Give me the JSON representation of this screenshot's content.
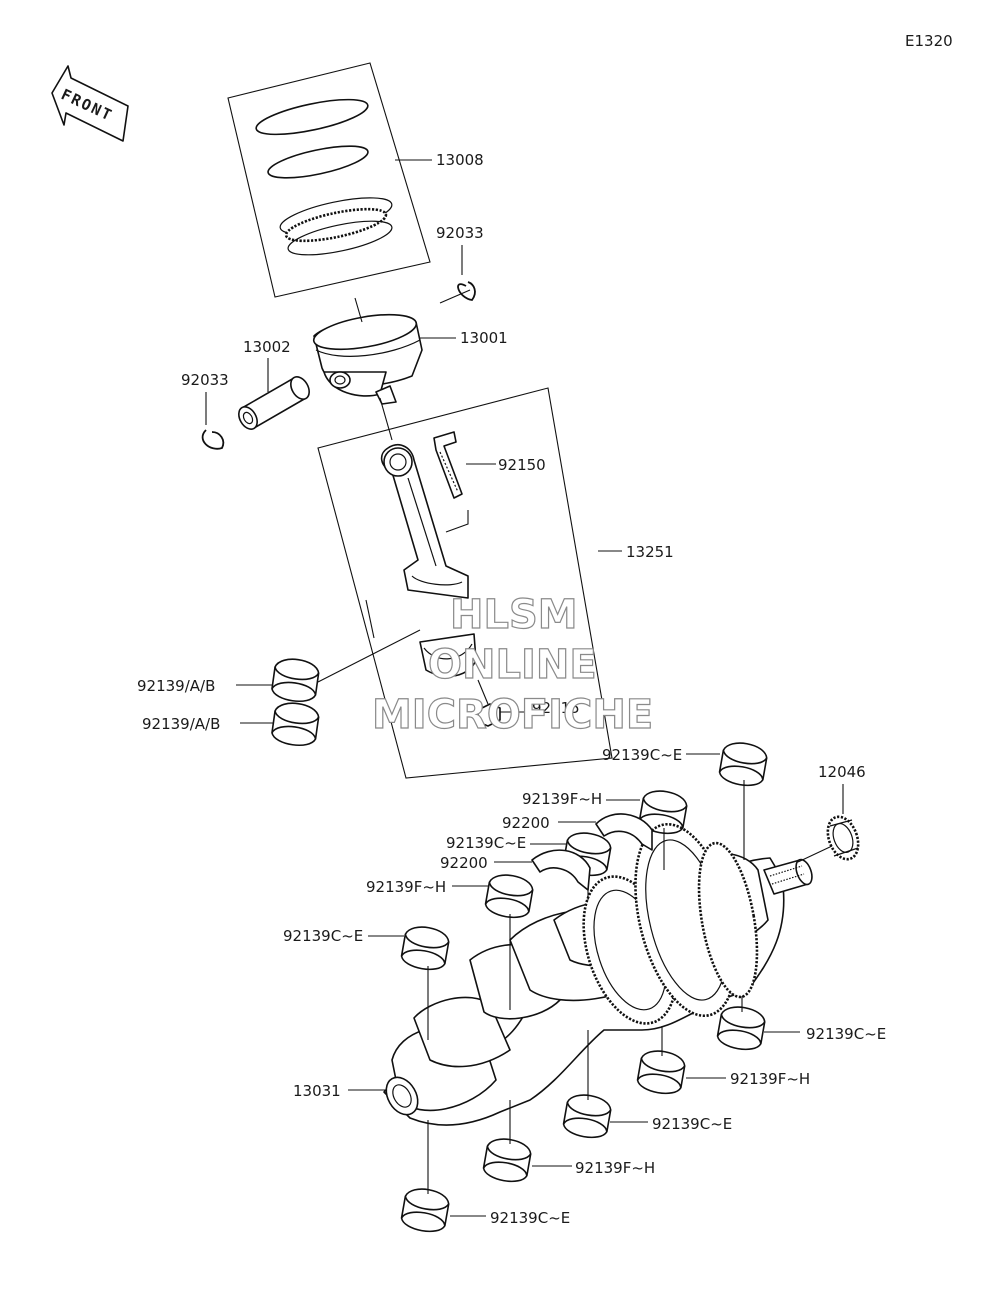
{
  "diagram_code": "E1320",
  "front_arrow_label": "FRONT",
  "watermark": {
    "line1": "HLSM",
    "line2": "ONLINE",
    "line3": "MICROFICHE"
  },
  "colors": {
    "line": "#111111",
    "background": "#ffffff",
    "watermark_stroke": "#8a8a8a"
  },
  "callouts": {
    "ring_set": "13008",
    "clip_right": "92033",
    "piston": "13001",
    "piston_pin": "13002",
    "clip_left": "92033",
    "rod_bolt": "92150",
    "conrod_assy": "13251",
    "rod_bearing_upper": "92139/A/B",
    "rod_bearing_lower": "92139/A/B",
    "rod_nut": "92015",
    "main_brg_1": "92139C~E",
    "needle_bearing": "12046",
    "main_brg_2": "92139F~H",
    "thrust_washer_1": "92200",
    "main_brg_3": "92139C~E",
    "thrust_washer_2": "92200",
    "main_brg_4": "92139F~H",
    "main_brg_5": "92139C~E",
    "crankshaft": "13031",
    "lower_brg_1": "92139C~E",
    "lower_brg_2": "92139F~H",
    "lower_brg_3": "92139C~E",
    "lower_brg_4": "92139F~H",
    "lower_brg_5": "92139C~E"
  }
}
